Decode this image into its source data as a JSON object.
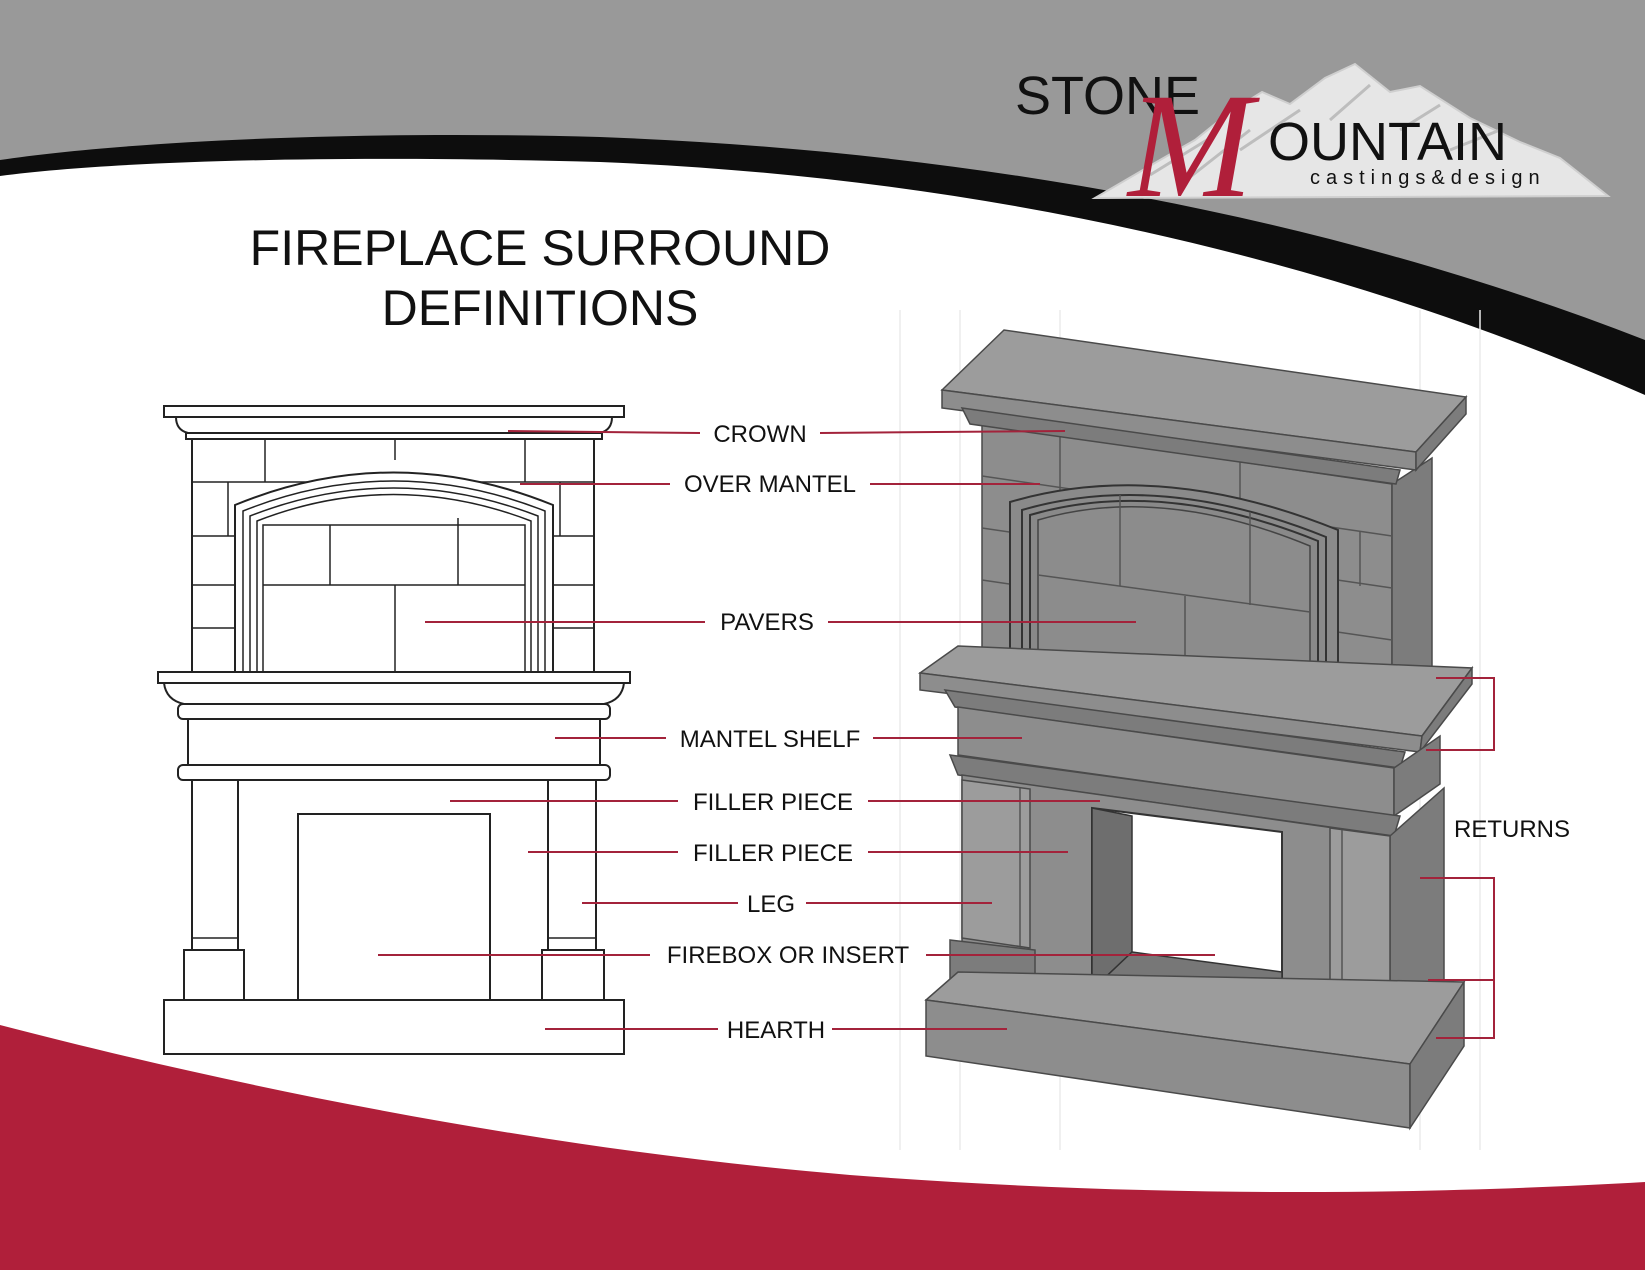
{
  "logo": {
    "word_stone": "STONE",
    "word_mountain": "OUNTAIN",
    "letter_m": "M",
    "tagline": "castings&design"
  },
  "title": {
    "line1": "FIREPLACE SURROUND",
    "line2": "DEFINITIONS"
  },
  "labels": {
    "crown": "CROWN",
    "over_mantel": "OVER MANTEL",
    "pavers": "PAVERS",
    "mantel_shelf": "MANTEL SHELF",
    "filler_piece_1": "FILLER PIECE",
    "filler_piece_2": "FILLER PIECE",
    "leg": "LEG",
    "firebox": "FIREBOX OR INSERT",
    "hearth": "HEARTH",
    "returns": "RETURNS"
  },
  "colors": {
    "accent_red": "#b01f3a",
    "banner_gray": "#999999",
    "leader_red": "#a3233b"
  }
}
